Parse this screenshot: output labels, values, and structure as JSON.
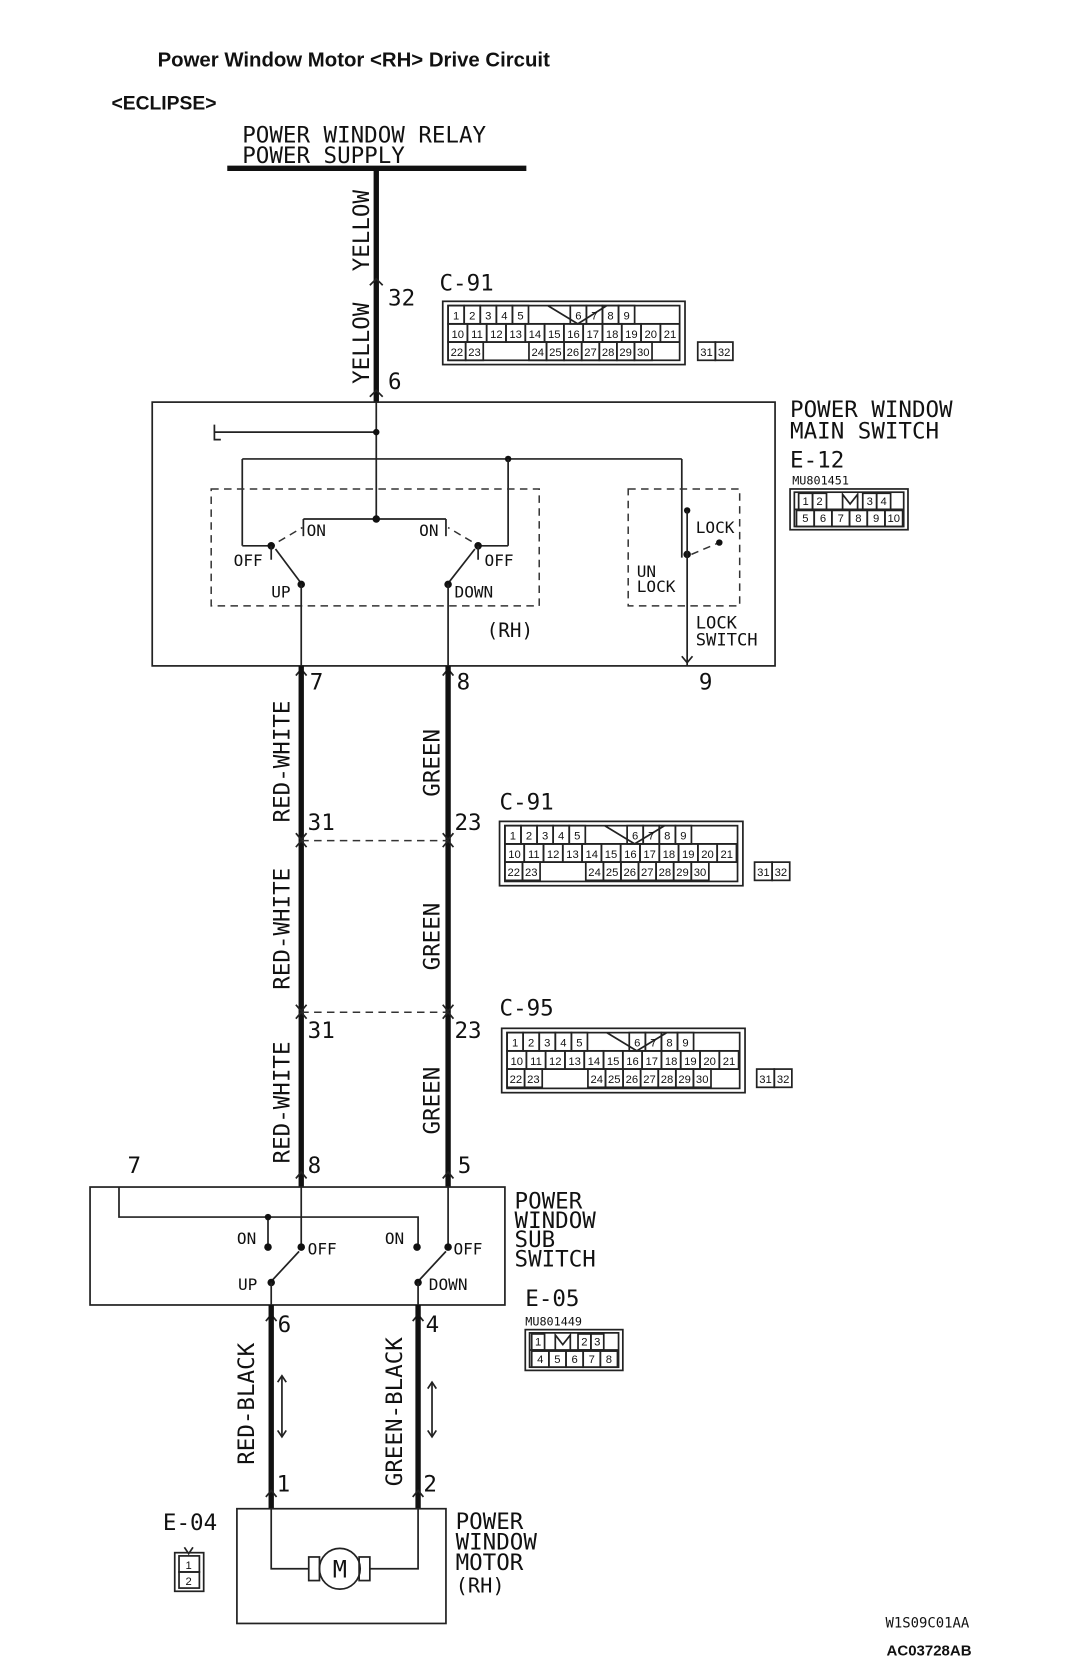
{
  "title": "Power Window Motor <RH> Drive Circuit",
  "model": "<ECLIPSE>",
  "power_source": {
    "line1": "POWER WINDOW RELAY",
    "line2": "POWER SUPPLY"
  },
  "connectors": {
    "c91": {
      "name": "C-91",
      "row1": [
        "1",
        "2",
        "3",
        "4",
        "5",
        "",
        "6",
        "7",
        "8",
        "9"
      ],
      "row2": [
        "10",
        "11",
        "12",
        "13",
        "14",
        "15",
        "16",
        "17",
        "18",
        "19",
        "20",
        "21"
      ],
      "row3": [
        "22",
        "23",
        "",
        "24",
        "25",
        "26",
        "27",
        "28",
        "29",
        "30",
        "",
        "31",
        "32"
      ]
    },
    "c95": {
      "name": "C-95"
    },
    "e12": {
      "name": "E-12",
      "part": "MU801451",
      "row1": [
        "1",
        "2",
        "",
        "3",
        "4"
      ],
      "row2": [
        "5",
        "6",
        "7",
        "8",
        "9",
        "10"
      ]
    },
    "e05": {
      "name": "E-05",
      "part": "MU801449",
      "row1": [
        "1",
        "",
        "2",
        "3"
      ],
      "row2": [
        "4",
        "5",
        "6",
        "7",
        "8"
      ]
    },
    "e04": {
      "name": "E-04",
      "pins": [
        "1",
        "2"
      ]
    }
  },
  "main_switch": {
    "title_line1": "POWER WINDOW",
    "title_line2": "MAIN SWITCH",
    "on": "ON",
    "off": "OFF",
    "up": "UP",
    "down": "DOWN",
    "rh": "(RH)",
    "lock": "LOCK",
    "unlock_line1": "UN",
    "unlock_line2": "LOCK",
    "lock_switch_line1": "LOCK",
    "lock_switch_line2": "SWITCH"
  },
  "sub_switch": {
    "title_line1": "POWER",
    "title_line2": "WINDOW",
    "title_line3": "SUB",
    "title_line4": "SWITCH",
    "on": "ON",
    "off": "OFF",
    "up": "UP",
    "down": "DOWN"
  },
  "motor": {
    "line1": "POWER",
    "line2": "WINDOW",
    "line3": "MOTOR",
    "line4": "(RH)",
    "symbol": "M"
  },
  "wire_colors": {
    "yellow": "YELLOW",
    "red_white": "RED-WHITE",
    "green": "GREEN",
    "red_black": "RED-BLACK",
    "green_black": "GREEN-BLACK"
  },
  "pins": {
    "p32": "32",
    "p6": "6",
    "p7": "7",
    "p8": "8",
    "p9": "9",
    "p31": "31",
    "p23": "23",
    "p5": "5",
    "p4": "4",
    "p1": "1",
    "p2": "2"
  },
  "codes": {
    "drawing": "W1S09C01AA",
    "ref": "AC03728AB"
  }
}
